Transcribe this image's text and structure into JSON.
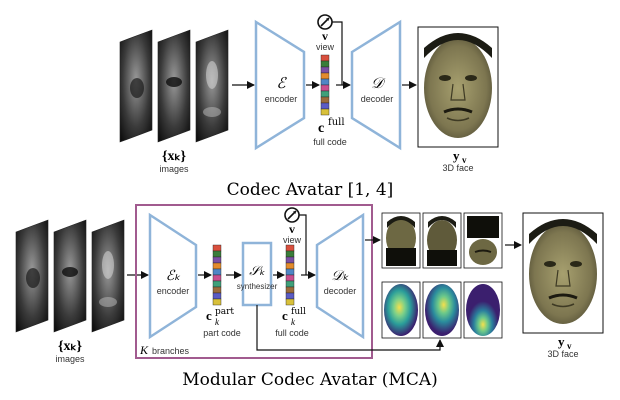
{
  "top": {
    "images_label": "{xₖ}",
    "images_sub": "images",
    "encoder_symbol": "ℰ",
    "encoder_label": "encoder",
    "view_symbol": "v",
    "view_label": "view",
    "code_symbol": "c",
    "code_sup": "full",
    "code_label": "full code",
    "decoder_symbol": "𝒟",
    "decoder_label": "decoder",
    "output_symbol": "y",
    "output_sub": "v",
    "output_label": "3D face",
    "caption": "Codec Avatar [1, 4]"
  },
  "bottom": {
    "images_label": "{xₖ}",
    "images_sub": "images",
    "encoder_symbol": "ℰₖ",
    "encoder_label": "encoder",
    "part_code_symbol": "c",
    "part_code_sup": "part",
    "part_code_sub": "k",
    "part_code_label": "part code",
    "synth_symbol": "𝒮ₖ",
    "synth_label": "synthesizer",
    "view_symbol": "v",
    "view_label": "view",
    "full_code_symbol": "c",
    "full_code_sup": "full",
    "full_code_sub": "k",
    "full_code_label": "full code",
    "decoder_symbol": "𝒟ₖ",
    "decoder_label": "decoder",
    "branches_symbol": "K",
    "branches_label": "branches",
    "output_symbol": "y",
    "output_sub": "v",
    "output_label": "3D face",
    "caption": "Modular Codec Avatar (MCA)"
  },
  "colors": {
    "trapezoid": "#8fb4d9",
    "branch_box": "#a15b8f",
    "arrow": "#111111",
    "code_palette": [
      "#d94f3d",
      "#3a7d3a",
      "#7b4fa3",
      "#e38b2c",
      "#4f86c6",
      "#c94f8f",
      "#3fa07a",
      "#9c6b3b",
      "#5b5bc4",
      "#d8c03a"
    ]
  }
}
